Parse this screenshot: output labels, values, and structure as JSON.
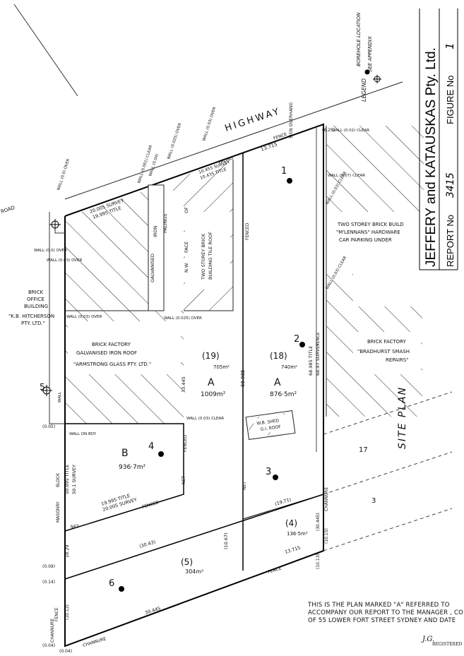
{
  "header": {
    "company": "JEFFERY and KATAUSKAS Pty. Ltd.",
    "report_label": "REPORT No",
    "report_number": "3415",
    "figure_label": "FIGURE No",
    "figure_number": "1"
  },
  "legend": {
    "label": "LEGEND",
    "item1": "BOREHOLE LOCATION",
    "item2": "SEE APPENDIX"
  },
  "streets": {
    "highway": "HIGHWAY",
    "road": "ROAD",
    "site_plan": "SITE PLAN"
  },
  "lots": [
    {
      "letter": "A",
      "lot": "(19)",
      "lot_area": "705m²",
      "area": "1009m²"
    },
    {
      "letter": "A",
      "lot": "(18)",
      "lot_area": "740m²",
      "area": "876·5m²"
    },
    {
      "letter": "B",
      "area": "936·7m²"
    },
    {
      "lot": "(4)",
      "area": "136·5m²"
    },
    {
      "lot": "(5)",
      "area": "304m²"
    },
    {
      "lot": "17"
    },
    {
      "lot": "3"
    }
  ],
  "boreholes": [
    "1",
    "2",
    "3",
    "4",
    "5",
    "6"
  ],
  "buildings": {
    "office_west": [
      "BRICK",
      "OFFICE",
      "BUILDING",
      "\"K.B. HITCHERSON",
      "PTY. LTD.\""
    ],
    "factory_main": [
      "BRICK FACTORY",
      "GALVANISED IRON ROOF",
      "\"ARMSTRONG GLASS PTY. LTD.\""
    ],
    "galv_iron": [
      "GALVANISED",
      "IRON",
      "PALINGS"
    ],
    "two_storey": [
      "N.W.",
      "FACE",
      "OF",
      "TWO STOREY BRICK",
      "BUILDING TILE ROOF"
    ],
    "east_build": [
      "TWO STOREY BRICK BUILD",
      "\"M'LENNANS\" HARDWARE",
      "CAR PARKING UNDER"
    ],
    "east_factory": [
      "BRICK FACTORY",
      "\"BRADHURST SMASH",
      "REPAIRS\""
    ],
    "shed": [
      "W.B. SHED",
      "G.I. ROOF"
    ]
  },
  "dimensions": {
    "north_west": [
      "20.005 SURVEY",
      "19.995 TITLE"
    ],
    "north_east": [
      "10.455 SURVEY",
      "10.435 TITLE"
    ],
    "highway_width": "13.715",
    "middle": "68.985",
    "east": [
      "68.985 TITLE",
      "68.97 SURVEY"
    ],
    "b_west": [
      "50.095 TITLE",
      "50.1 SURVEY"
    ],
    "b_south": [
      "19.995 TITLE",
      "20.005 SURVEY"
    ],
    "side_33": "33.445",
    "d_1971": "(19.71)",
    "d_3043": "(30.43)",
    "d_1067": "(10.67)",
    "d_1013": "(10.13)",
    "d_30445_east": "(30.445)",
    "d_13715_south": "13.715",
    "d_30445_south": "30.445",
    "d_1829": "18.29",
    "d_1015": "(10.15)",
    "d_1012": "(10.12)",
    "d_005": "(0.05)",
    "d_009": "(0.09)",
    "d_014": "(0.14)",
    "d_004": "(0.04)",
    "d_004b": "(0.04)",
    "d_625": "(6.25)"
  },
  "walls": {
    "w1": "WALL (0.0) OVER",
    "w2": "WALL (0.001) CLEAR",
    "w3": "WALL (0.04)",
    "w4": "WALL (0.025) OVER",
    "w5": "WALL (0.03) OVER",
    "w6": "WALL (0.02) CLEAR",
    "w7": "WALL (0.07) CLEAR",
    "w8": "WALL (0.03) CLEAR",
    "w9": "WALL (0.025) OVER",
    "w10": "WALL (0.03) CLEAR",
    "w11": "WALL (0.03) CLEAR",
    "w12": "WALL (0.03) OVER",
    "w13": "WALL ON BDY",
    "w14": "WALL",
    "w15": "WALL (0.03) OVER",
    "w16": "WALL (0.0) OVER"
  },
  "fences": {
    "paling": "PALING",
    "fence_top": "FENCE",
    "fenced_mid": "FENCED",
    "fence_east": "FENCE",
    "fenced_b": "FENCED",
    "fenced_bs": "FENCED",
    "fence_s": "FENCE",
    "fence_sw": "FENCE",
    "channel_1": "CHANNURE",
    "channel_2": "CHANNURE",
    "channel_3": "CHANNURE",
    "masonry": "MASONRY",
    "block": "BLOCK",
    "net1": "NET",
    "net2": "NET",
    "net3": "NET",
    "sign": "SIGN OVERHANG"
  },
  "note": [
    "THIS IS THE PLAN MARKED \"A\" REFERRED TO",
    "ACCOMPANY OUR REPORT TO THE MANAGER , CO",
    "OF 55 LOWER FORT STREET SYDNEY AND DATE"
  ],
  "signature": {
    "name": "J.G.",
    "role": "REGISTERED"
  }
}
